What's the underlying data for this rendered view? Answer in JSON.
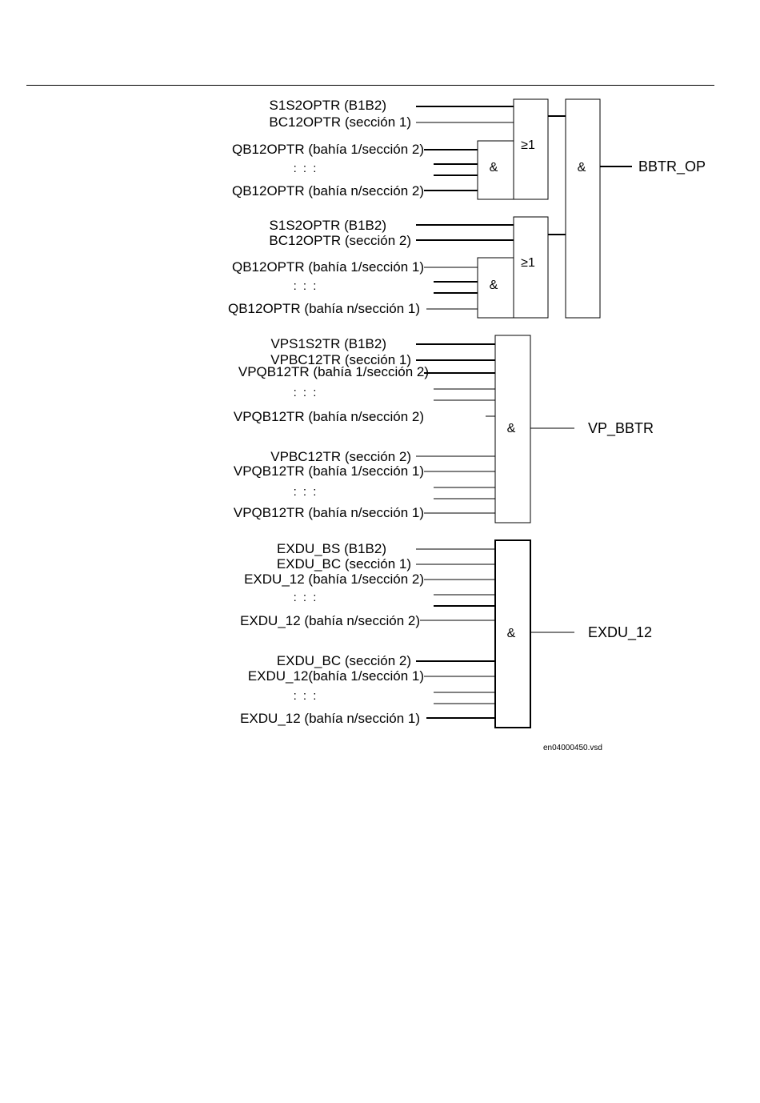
{
  "figure_id": "en04000450.vsd",
  "diagram": {
    "block1": {
      "inputs": [
        "S1S2OPTR (B1B2)",
        "BC12OPTR (sección 1)",
        "QB12OPTR (bahía 1/sección 2)",
        ": : :",
        "QB12OPTR (bahía n/sección 2)",
        "S1S2OPTR (B1B2)",
        "BC12OPTR (sección 2)",
        "QB12OPTR (bahía 1/sección 1)",
        ": : :",
        "QB12OPTR (bahía n/sección 1)"
      ],
      "gates": {
        "and": "&",
        "or": "≥1"
      },
      "output": "BBTR_OP"
    },
    "block2": {
      "inputs": [
        "VPS1S2TR (B1B2)",
        "VPBC12TR (sección 1)",
        "VPQB12TR (bahía 1/sección 2)",
        ": : :",
        "VPQB12TR (bahía n/sección 2)",
        "VPBC12TR (sección 2)",
        "VPQB12TR (bahía 1/sección 1)",
        ": : :",
        "VPQB12TR (bahía n/sección 1)"
      ],
      "gate": "&",
      "output": "VP_BBTR"
    },
    "block3": {
      "inputs": [
        "EXDU_BS (B1B2)",
        "EXDU_BC (sección 1)",
        "EXDU_12 (bahía 1/sección 2)",
        ": : :",
        "EXDU_12 (bahía n/sección 2)",
        "EXDU_BC (sección 2)",
        "EXDU_12(bahía 1/sección 1)",
        ": : :",
        "EXDU_12 (bahía n/sección 1)"
      ],
      "gate": "&",
      "output": "EXDU_12"
    }
  }
}
